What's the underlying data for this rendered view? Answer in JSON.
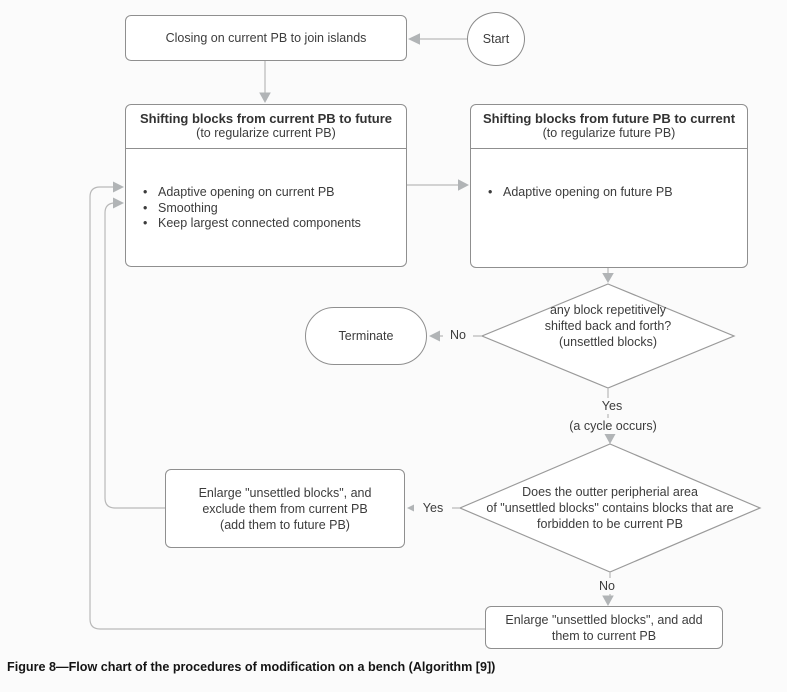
{
  "caption": "Figure 8—Flow chart of the procedures of modification on a bench (Algorithm [9])",
  "colors": {
    "background": "#fbfbfb",
    "shape_fill": "#ffffff",
    "shape_border": "#8f8f8f",
    "connector": "#b9b9b9",
    "arrowhead": "#b1b4b6",
    "text": "#3c3c3c",
    "caption_text": "#141414"
  },
  "flowchart": {
    "start": {
      "label": "Start"
    },
    "closing_box": {
      "label": "Closing on current PB to join islands"
    },
    "shift_current_box": {
      "title": "Shifting blocks from current PB to future",
      "subtitle": "(to regularize current PB)",
      "bullets": [
        "Adaptive opening on current PB",
        "Smoothing",
        "Keep largest connected components"
      ]
    },
    "shift_future_box": {
      "title": "Shifting blocks from future PB to current",
      "subtitle": "(to regularize future PB)",
      "bullets": [
        "Adaptive opening on future PB"
      ]
    },
    "decision_unsettled": {
      "label": "any block repetitively\nshifted back and forth?\n(unsettled blocks)"
    },
    "terminate": {
      "label": "Terminate"
    },
    "label_no_terminate": "No",
    "label_yes_cycle": "Yes",
    "label_cycle_note": "(a cycle occurs)",
    "decision_peripheral": {
      "label": "Does the outter peripherial area\nof \"unsettled blocks\" contains blocks that are\nforbidden to be current PB"
    },
    "label_yes_exclude": "Yes",
    "label_no_add": "No",
    "enlarge_exclude_box": {
      "label": "Enlarge \"unsettled blocks\", and\nexclude them from current PB\n(add them to future PB)"
    },
    "enlarge_add_box": {
      "label": "Enlarge \"unsettled blocks\", and add\nthem to current PB"
    }
  }
}
